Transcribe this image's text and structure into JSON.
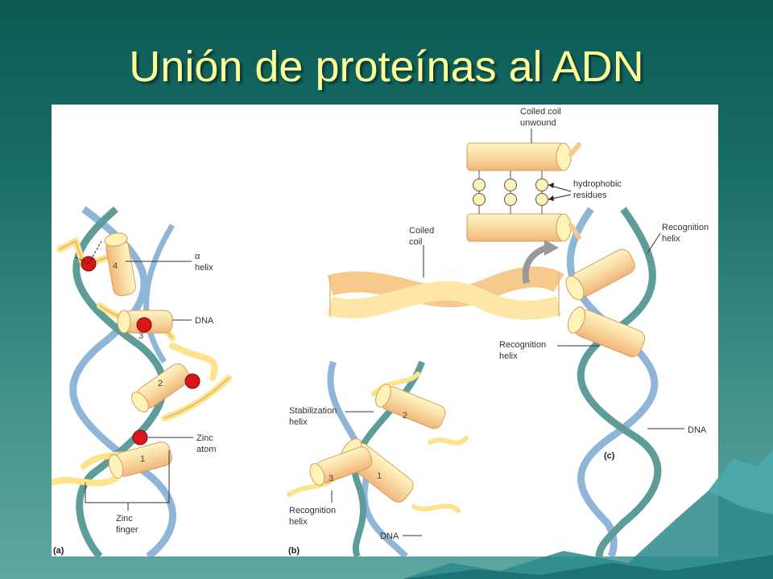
{
  "slide": {
    "title": "Unión de proteínas al ADN"
  },
  "panel_a": {
    "letter": "(a)",
    "alpha_symbol": "α",
    "helix_label": "helix",
    "dna_label": "DNA",
    "zinc_label_1": "Zinc",
    "zinc_label_2": "atom",
    "finger_label_1": "Zinc",
    "finger_label_2": "finger",
    "numbers": [
      "1",
      "2",
      "3",
      "4"
    ]
  },
  "panel_b": {
    "letter": "(b)",
    "stab_1": "Stabilization",
    "stab_2": "helix",
    "recog_1": "Recognition",
    "recog_2": "helix",
    "dna_label": "DNA",
    "numbers": [
      "1",
      "2",
      "3"
    ]
  },
  "panel_c": {
    "letter": "(c)",
    "coiled_unwound_1": "Coiled coil",
    "coiled_unwound_2": "unwound",
    "hydro_1": "hydrophobic",
    "hydro_2": "residues",
    "coiled_1": "Coiled",
    "coiled_2": "coil",
    "recog_top_1": "Recognition",
    "recog_top_2": "helix",
    "recog_mid_1": "Recognition",
    "recog_mid_2": "helix",
    "dna_label": "DNA"
  },
  "colors": {
    "helix_fill": "#f7c98f",
    "helix_light": "#fff3b8",
    "dna_blue": "#8fb6d8",
    "dna_teal": "#5e9c9a",
    "zinc_red": "#d81818"
  }
}
